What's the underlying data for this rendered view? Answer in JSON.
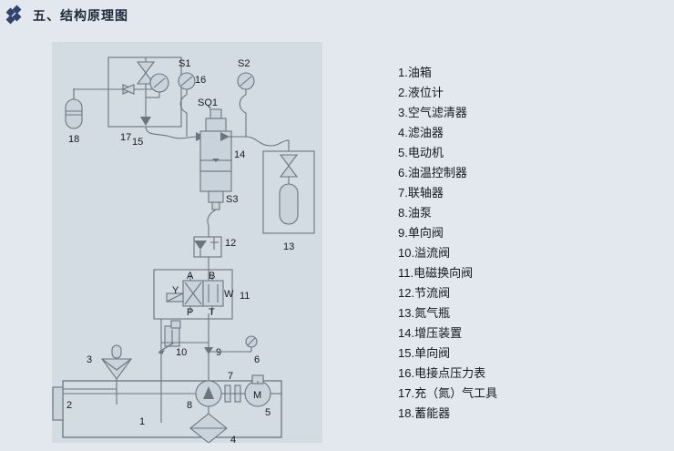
{
  "header": {
    "icon": "diamond-cluster-icon",
    "title": "五、结构原理图"
  },
  "colors": {
    "page_background": "#e3e8ef",
    "panel_background": "#d3dce3",
    "line": "#6b7580",
    "text": "#16181d",
    "accent": "#2e4370"
  },
  "legend": {
    "items": [
      {
        "num": "1",
        "label": "1.油箱"
      },
      {
        "num": "2",
        "label": "2.液位计"
      },
      {
        "num": "3",
        "label": "3.空气滤清器"
      },
      {
        "num": "4",
        "label": "4.滤油器"
      },
      {
        "num": "5",
        "label": "5.电动机"
      },
      {
        "num": "6",
        "label": "6.油温控制器"
      },
      {
        "num": "7",
        "label": "7.联轴器"
      },
      {
        "num": "8",
        "label": "8.油泵"
      },
      {
        "num": "9",
        "label": "9.单向阀"
      },
      {
        "num": "10",
        "label": "10.溢流阀"
      },
      {
        "num": "11",
        "label": "11.电磁换向阀"
      },
      {
        "num": "12",
        "label": "12.节流阀"
      },
      {
        "num": "13",
        "label": "13.氮气瓶"
      },
      {
        "num": "14",
        "label": "14.增压装置"
      },
      {
        "num": "15",
        "label": "15.单向阀"
      },
      {
        "num": "16",
        "label": "16.电接点压力表"
      },
      {
        "num": "17",
        "label": "17.充（氮）气工具"
      },
      {
        "num": "18",
        "label": "18.蓄能器"
      }
    ]
  },
  "diagram": {
    "callouts": {
      "tank": "1",
      "level_gauge": "2",
      "air_filter": "3",
      "oil_filter": "4",
      "motor": "5",
      "oil_temp_controller": "6",
      "coupling": "7",
      "pump": "8",
      "check_valve": "9",
      "relief_valve": "10",
      "solenoid_valve": "11",
      "throttle_valve": "12",
      "nitrogen_bottle": "13",
      "booster": "14",
      "check_valve_2": "15",
      "pressure_gauge": "16",
      "charging_tool": "17",
      "accumulator": "18"
    },
    "sensors": {
      "s1": "S1",
      "s2": "S2",
      "s3": "S3",
      "sq1": "SQ1"
    },
    "valve_ports": {
      "a": "A",
      "b": "B",
      "p": "P",
      "t": "T",
      "y": "Y",
      "w": "W"
    },
    "motor_symbol": "M"
  }
}
